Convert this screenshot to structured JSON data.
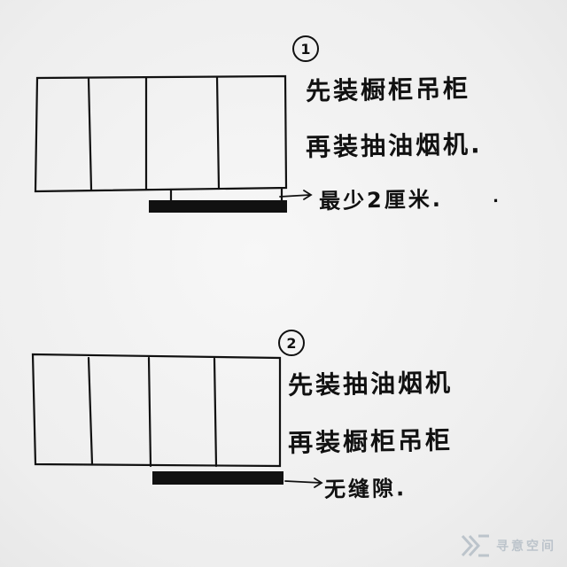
{
  "step1": {
    "number": "1",
    "lines": [
      "先装橱柜吊柜",
      "再装抽油烟机."
    ],
    "arrow_note": "最少2厘米.",
    "stray_mark": "."
  },
  "step2": {
    "number": "2",
    "lines": [
      "先装抽油烟机",
      "再装橱柜吊柜"
    ],
    "arrow_note": "无缝隙."
  },
  "watermark": {
    "text": "寻意空间",
    "icon": "ym-logo-icon"
  },
  "colors": {
    "ink": "#111111",
    "paper": "#f1f1f1",
    "watermark": "#b8c0c8"
  }
}
